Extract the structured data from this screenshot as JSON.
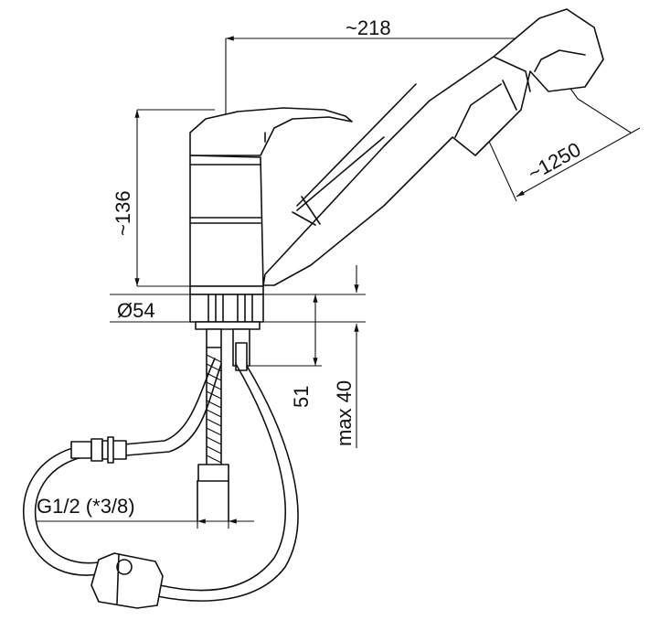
{
  "dimensions": {
    "spout_reach": "~218",
    "height": "~136",
    "hose_length": "~1250",
    "base_diameter": "Ø54",
    "below_deck": "51",
    "deck_thickness": "max 40",
    "connection_thread": "G1/2 (*3/8)"
  }
}
